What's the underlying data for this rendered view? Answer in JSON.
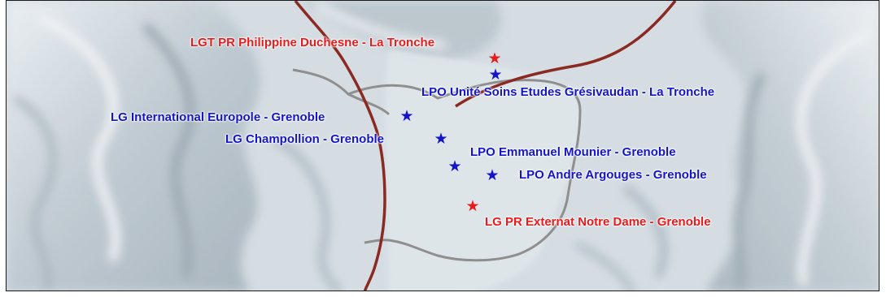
{
  "colors": {
    "public": "#1515c8",
    "private": "#e81c1c",
    "road_major": "#8a2a22",
    "road_ring": "#8f8f8f",
    "terrain_base": "#d5dde3",
    "valley_floor": "#dfe6ea",
    "relief_shadow": "#9aa7b1",
    "relief_highlight": "#f3f6f8"
  },
  "schools": [
    {
      "id": "philippine-duchesne",
      "label": "LGT PR Philippine Duchesne - La Tronche",
      "sector": "private"
    },
    {
      "id": "gresivaudan",
      "label": "LPO Unité Soins Etudes Grésivaudan - La Tronche",
      "sector": "public"
    },
    {
      "id": "europole",
      "label": "LG International Europole - Grenoble",
      "sector": "public"
    },
    {
      "id": "champollion",
      "label": "LG Champollion - Grenoble",
      "sector": "public"
    },
    {
      "id": "mounier",
      "label": "LPO Emmanuel  Mounier - Grenoble",
      "sector": "public"
    },
    {
      "id": "argouges",
      "label": "LPO Andre  Argouges - Grenoble",
      "sector": "public"
    },
    {
      "id": "notre-dame",
      "label": "LG PR Externat Notre Dame - Grenoble",
      "sector": "private"
    }
  ],
  "marker_icon": "star-icon"
}
